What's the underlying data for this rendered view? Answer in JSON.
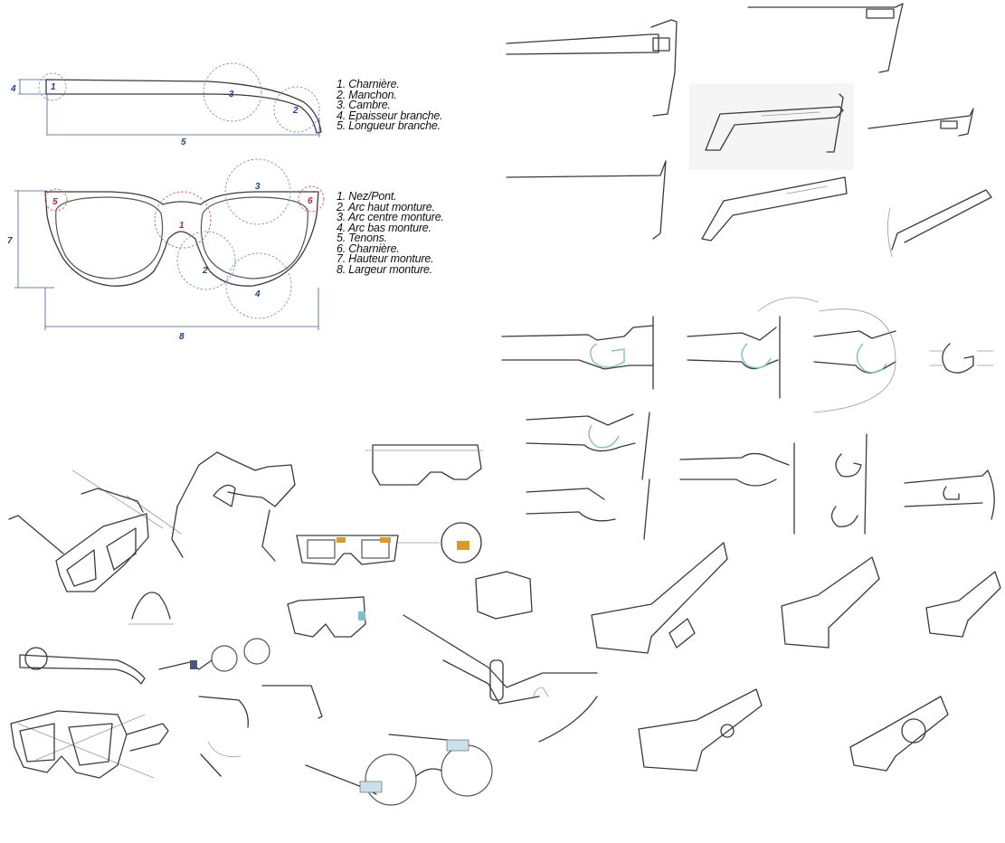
{
  "temple_diagram": {
    "labels": [
      "1. Charnière.",
      "2. Manchon.",
      "3. Cambre.",
      "4. Epaisseur branche.",
      "5. Longueur branche."
    ],
    "markers": {
      "m1": "1",
      "m2": "2",
      "m3": "3",
      "m4": "4",
      "m5": "5"
    }
  },
  "frame_diagram": {
    "labels": [
      "1. Nez/Pont.",
      "2. Arc haut monture.",
      "3. Arc centre monture.",
      "4. Arc bas monture.",
      "5. Tenons.",
      "6. Charnière.",
      "7. Hauteur monture.",
      "8. Largeur monture."
    ],
    "markers": {
      "m1": "1",
      "m2": "2",
      "m3": "3",
      "m4": "4",
      "m5": "5",
      "m6": "6",
      "m7": "7",
      "m8": "8"
    }
  },
  "colors": {
    "dimension_blue": "#1e3f8a",
    "marker_red": "#c81f2c",
    "accent_orange": "#d89a2b",
    "accent_teal": "#7fc1c8"
  }
}
